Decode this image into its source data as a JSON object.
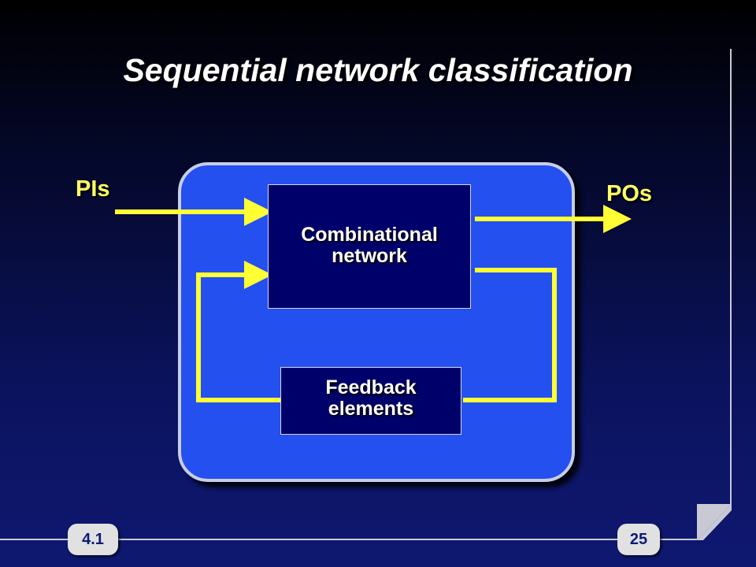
{
  "slide": {
    "title": "Sequential network classification",
    "section_number": "4.1",
    "page_number": "25"
  },
  "diagram": {
    "input_label": "PIs",
    "output_label": "POs",
    "combinational_block": [
      "Combinational",
      "network"
    ],
    "feedback_block": [
      "Feedback",
      "elements"
    ]
  },
  "colors": {
    "background": "#0b1360",
    "panel": "#2450f0",
    "block": "#00006a",
    "wire": "#ffff33",
    "label": "#ffff66"
  },
  "icons": [
    "page-curl-icon",
    "arrow-icon"
  ]
}
